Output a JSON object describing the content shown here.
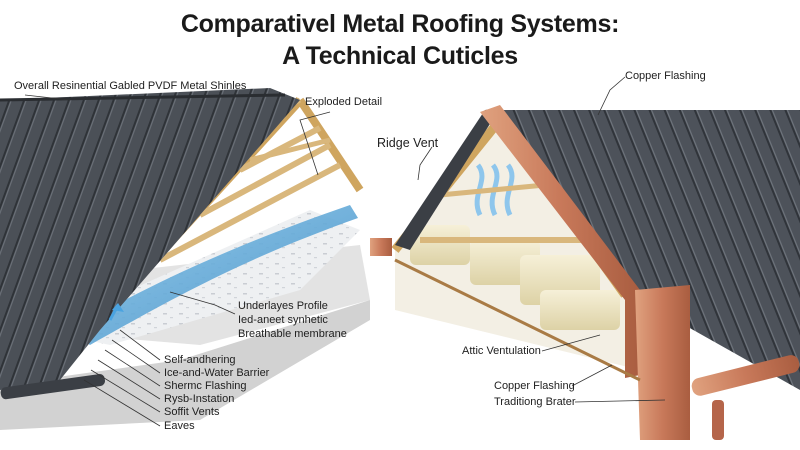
{
  "title": {
    "line1": "Comparativel Metal Roofing Systems:",
    "line2": "A Technical Cuticles"
  },
  "left_panel": {
    "overall_label": "Overall Resinential Gabled PVDF Metal Shinles",
    "exploded_label": "Exploded Detail",
    "underlayment": {
      "line1": "Underlayes Profile",
      "line2": "Ied-aneet synhetic",
      "line3": "Breathable membrane"
    },
    "stack_labels": [
      "Self-andhering",
      "Ice-and-Water Barrier",
      "Shermc Flashing",
      "Rysb-Instation",
      "Soffit Vents",
      "Eaves"
    ]
  },
  "right_panel": {
    "copper_flashing_top": "Copper Flashing",
    "ridge_vent": "Ridge Vent",
    "attic_ventilation": "Attic Ventulation",
    "copper_flashing_bottom": "Copper Flashing",
    "traditional_gutter": "Traditiong Brater"
  },
  "colors": {
    "metal_panel": "#4a4f55",
    "copper": "#c8795a",
    "timber": "#d9b77c",
    "membrane": "#5aa7d6",
    "insulation": "#ece4c4",
    "concrete": "#dcdcdc"
  }
}
